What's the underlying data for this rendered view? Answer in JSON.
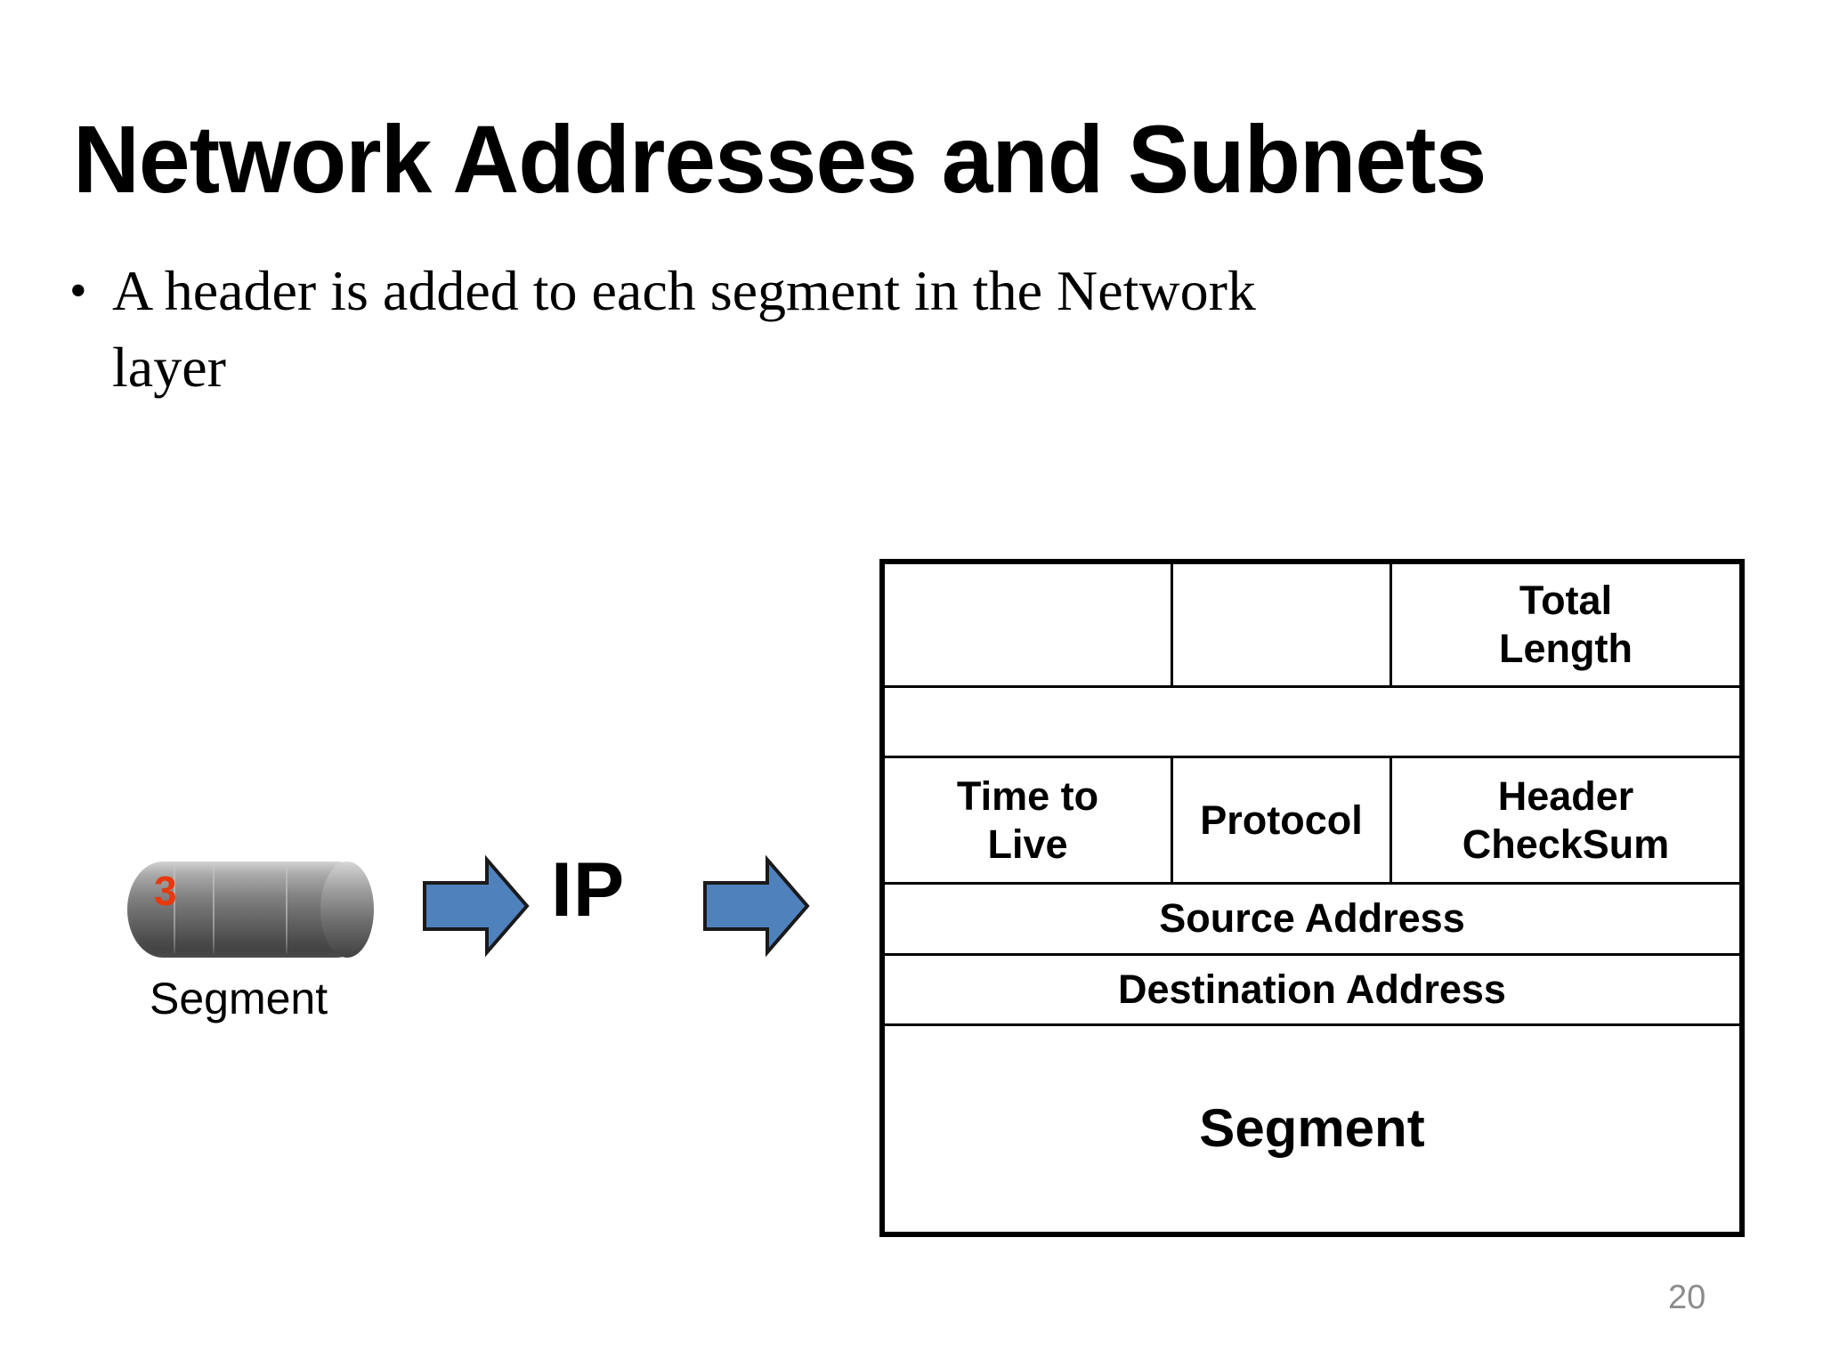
{
  "slide": {
    "title": "Network Addresses and Subnets",
    "page_number": "20",
    "page_number_color": "#8C8C8C"
  },
  "body": {
    "bullet_marker": "•",
    "bullet_text": "A header is added to each segment in the Network layer"
  },
  "diagram": {
    "segment_object": {
      "badge": "3",
      "badge_color": "#E8380D",
      "caption": "Segment",
      "shape": "cylinder",
      "fill": "#6E6E6E"
    },
    "arrow_1": {
      "icon": "right-arrow-icon",
      "fill": "#4F81BD",
      "stroke": "#1F1F1F"
    },
    "arrow_2": {
      "icon": "right-arrow-icon",
      "fill": "#4F81BD",
      "stroke": "#1F1F1F"
    },
    "protocol_label": "IP"
  },
  "packet_table": {
    "border_color": "#000000",
    "rows": [
      {
        "cells": [
          {
            "text": ""
          },
          {
            "text": ""
          },
          {
            "text": "Total\nLength"
          }
        ]
      },
      {
        "cells": [
          {
            "text": ""
          }
        ]
      },
      {
        "cells": [
          {
            "text": "Time to\nLive"
          },
          {
            "text": "Protocol"
          },
          {
            "text": "Header\nCheckSum"
          }
        ]
      },
      {
        "cells": [
          {
            "text": "Source Address"
          }
        ]
      },
      {
        "cells": [
          {
            "text": "Destination Address"
          }
        ]
      },
      {
        "cells": [
          {
            "text": "Segment"
          }
        ]
      }
    ]
  }
}
